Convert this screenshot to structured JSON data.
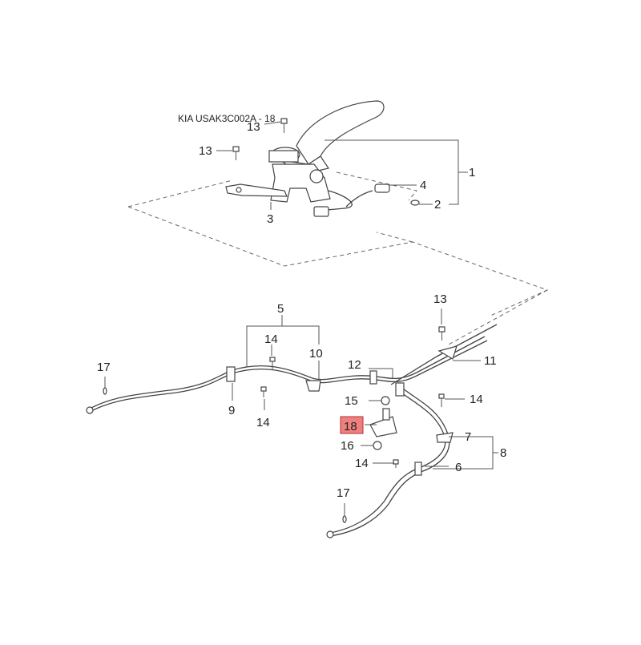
{
  "diagram": {
    "caption": "KIA USAK3C002A - 18",
    "highlight_color": "#f08080",
    "highlighted_part": "18",
    "callouts": {
      "c1": "1",
      "c2": "2",
      "c3": "3",
      "c4": "4",
      "c5": "5",
      "c6": "6",
      "c7": "7",
      "c8": "8",
      "c9": "9",
      "c10": "10",
      "c11": "11",
      "c12": "12",
      "c13a": "13",
      "c13b": "13",
      "c13c": "13",
      "c14a": "14",
      "c14b": "14",
      "c14c": "14",
      "c14d": "14",
      "c15": "15",
      "c16": "16",
      "c17a": "17",
      "c17b": "17",
      "c18": "18"
    }
  }
}
